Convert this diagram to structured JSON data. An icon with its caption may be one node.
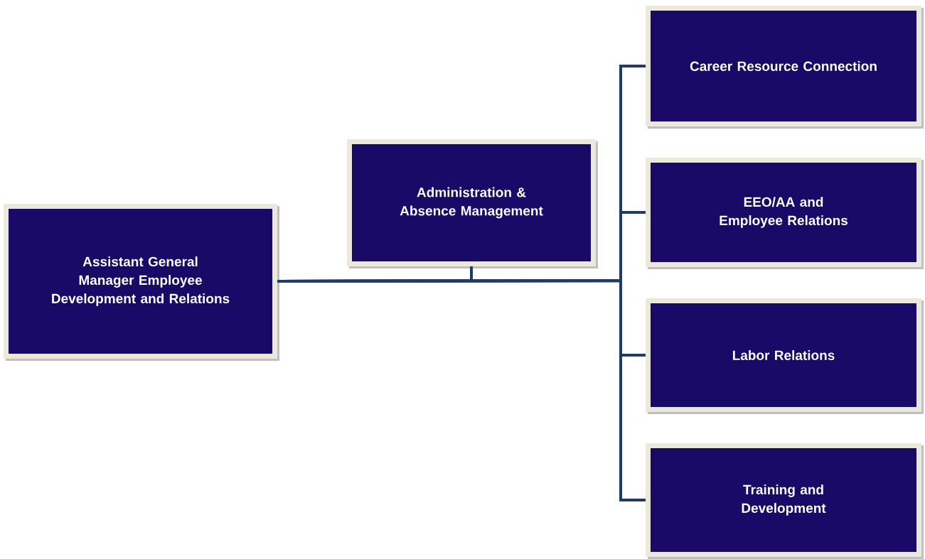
{
  "diagram": {
    "nodes": [
      {
        "text": [
          "Assistant General Manager Employee Development and Relations"
        ]
      },
      {
        "text": [
          "Administration & Absence Management"
        ]
      },
      {
        "text": [
          "Career Resource Connection"
        ]
      },
      {
        "text": [
          "EEO/AA and Employee Relations"
        ]
      },
      {
        "text": [
          "Labor Relations"
        ]
      },
      {
        "text": [
          "Training and Development"
        ]
      }
    ],
    "edges": [
      {
        "from": 0,
        "to": 1,
        "arrow": "none"
      },
      {
        "from": 0,
        "to": 2,
        "arrow": "none"
      },
      {
        "from": 0,
        "to": 3,
        "arrow": "none"
      },
      {
        "from": 0,
        "to": 4,
        "arrow": "none"
      },
      {
        "from": 0,
        "to": 5,
        "arrow": "none"
      }
    ]
  }
}
